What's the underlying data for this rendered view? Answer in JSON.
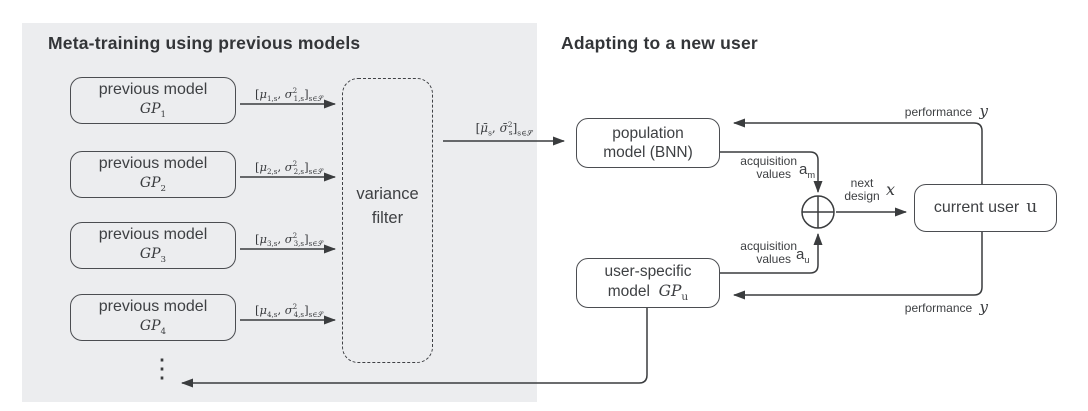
{
  "headings": {
    "left": "Meta-training using previous models",
    "right": "Adapting to a new user"
  },
  "colors": {
    "panel_bg": "#ecedef",
    "line": "#3a3c3e",
    "box_border": "#4b4d51",
    "text": "#3e4043",
    "white_box_fill": "#ffffff"
  },
  "meta_training": {
    "models": [
      {
        "line1": "previous model",
        "gp_html": "<i>GP</i><sub>1</sub>",
        "flow_label_html": "[<i>μ</i><sub>1,s</sub>, <i>σ</i><sup>2</sup><sub>1,s</sub>]<sub>s∈𝒮</sub>"
      },
      {
        "line1": "previous model",
        "gp_html": "<i>GP</i><sub>2</sub>",
        "flow_label_html": "[<i>μ</i><sub>2,s</sub>, <i>σ</i><sup>2</sup><sub>2,s</sub>]<sub>s∈𝒮</sub>"
      },
      {
        "line1": "previous model",
        "gp_html": "<i>GP</i><sub>3</sub>",
        "flow_label_html": "[<i>μ</i><sub>3,s</sub>, <i>σ</i><sup>2</sup><sub>3,s</sub>]<sub>s∈𝒮</sub>"
      },
      {
        "line1": "previous model",
        "gp_html": "<i>GP</i><sub>4</sub>",
        "flow_label_html": "[<i>μ</i><sub>4,s</sub>, <i>σ</i><sup>2</sup><sub>4,s</sub>]<sub>s∈𝒮</sub>"
      }
    ],
    "ellipsis": "⋮",
    "variance_filter": {
      "line1": "variance",
      "line2": "filter"
    },
    "output_label_html": "[<i>μ̄</i><sub>s</sub>, <i>σ̄</i><sup>2</sup><sub>s</sub>]<sub>s∈𝒮</sub>"
  },
  "adaptation": {
    "population_model": {
      "line1": "population",
      "line2": "model (BNN)"
    },
    "user_model": {
      "line1": "user-specific",
      "line2_html": "model&nbsp; <i>GP</i><sub>u</sub>"
    },
    "current_user": {
      "label": "current user",
      "var": "u"
    },
    "acq_top": {
      "line1": "acquisition",
      "line2": "values",
      "symbol_html": "a<sub>m</sub>"
    },
    "acq_bottom": {
      "line1": "acquisition",
      "line2": "values",
      "symbol_html": "a<sub>u</sub>"
    },
    "perf_top": {
      "label": "performance",
      "var_html": "<i>y</i>"
    },
    "perf_bottom": {
      "label": "performance",
      "var_html": "<i>y</i>"
    },
    "next_design": {
      "line1": "next",
      "line2": "design",
      "var_html": "<i>x</i>"
    }
  }
}
